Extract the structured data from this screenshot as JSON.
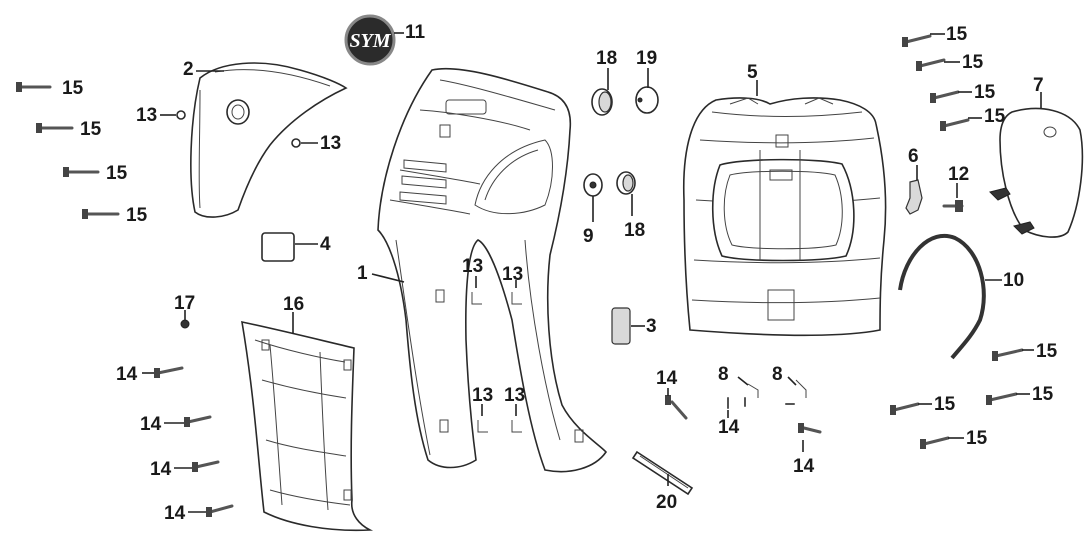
{
  "logo": {
    "text": "SYM"
  },
  "labels": {
    "p1": "1",
    "p2": "2",
    "p3": "3",
    "p4": "4",
    "p5": "5",
    "p6": "6",
    "p7": "7",
    "p8a": "8",
    "p8b": "8",
    "p9": "9",
    "p10": "10",
    "p11": "11",
    "p12": "12",
    "p13a": "13",
    "p13b": "13",
    "p13c": "13",
    "p13d": "13",
    "p13e": "13",
    "p13f": "13",
    "p14a": "14",
    "p14b": "14",
    "p14c": "14",
    "p14d": "14",
    "p14e": "14",
    "p14f": "14",
    "p14g": "14",
    "p15a": "15",
    "p15b": "15",
    "p15c": "15",
    "p15d": "15",
    "p15e": "15",
    "p15f": "15",
    "p15g": "15",
    "p15h": "15",
    "p15i": "15",
    "p15j": "15",
    "p15k": "15",
    "p15l": "15",
    "p16": "16",
    "p17": "17",
    "p18a": "18",
    "p18b": "18",
    "p19": "19",
    "p20": "20"
  }
}
